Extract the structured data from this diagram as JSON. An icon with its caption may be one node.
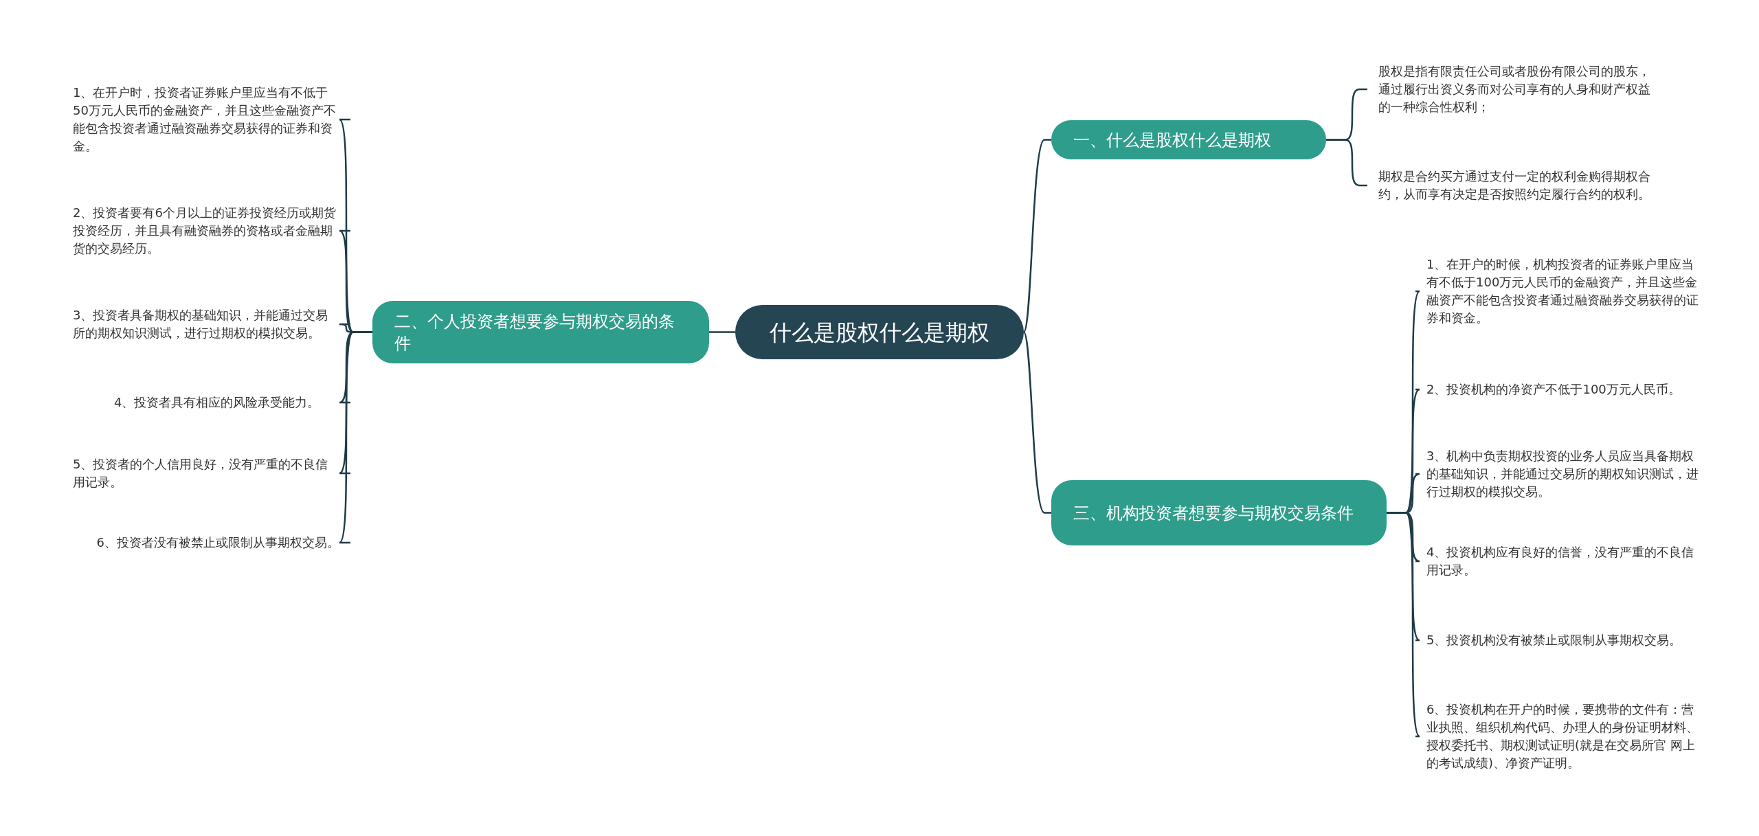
{
  "diagram": {
    "nodes": [
      {
        "text": [
          "什么是股权什么是期权"
        ]
      },
      {
        "text": [
          "一、什么是股权什么是期权"
        ]
      },
      {
        "text": [
          "股权是指有限责任公司或者股份有限公司的股东，通过履行出资义务而对公司享有的人身和财产权益的一种综合性权利；"
        ]
      },
      {
        "text": [
          "期权是合约买方通过支付一定的权利金购得期权合约，从而享有决定是否按照约定履行合约的权利。"
        ]
      },
      {
        "text": [
          "二、个人投资者想要参与期权交易的条件"
        ]
      },
      {
        "text": [
          "1、在开户时，投资者证券账户里应当有不低于50万元人民币的金融资产，并且这些金融资产不能包含投资者通过融资融券交易获得的证券和资金。"
        ]
      },
      {
        "text": [
          "2、投资者要有6个月以上的证券投资经历或期货投资经历，并且具有融资融券的资格或者金融期货的交易经历。"
        ]
      },
      {
        "text": [
          "3、投资者具备期权的基础知识，并能通过交易所的期权知识测试，进行过期权的模拟交易。"
        ]
      },
      {
        "text": [
          "4、投资者具有相应的风险承受能力。"
        ]
      },
      {
        "text": [
          "5、投资者的个人信用良好，没有严重的不良信用记录。"
        ]
      },
      {
        "text": [
          "6、投资者没有被禁止或限制从事期权交易。"
        ]
      },
      {
        "text": [
          "三、机构投资者想要参与期权交易条件"
        ]
      },
      {
        "text": [
          "1、在开户的时候，机构投资者的证券账户里应当有不低于100万元人民币的金融资产，并且这些金融资产不能包含投资者通过融资融券交易获得的证券和资金。"
        ]
      },
      {
        "text": [
          "2、投资机构的净资产不低于100万元人民币。"
        ]
      },
      {
        "text": [
          "3、机构中负责期权投资的业务人员应当具备期权的基础知识，并能通过交易所的期权知识测试，进行过期权的模拟交易。"
        ]
      },
      {
        "text": [
          "4、投资机构应有良好的信誉，没有严重的不良信用记录。"
        ]
      },
      {
        "text": [
          "5、投资机构没有被禁止或限制从事期权交易。"
        ]
      },
      {
        "text": [
          "6、投资机构在开户的时候，要携带的文件有：营业执照、组织机构代码、办理人的身份证明材料、授权委托书、期权测试证明(就是在交易所官 网上的考试成绩)、净资产证明。"
        ]
      }
    ],
    "edges": [
      {
        "from": 0,
        "to": 1,
        "arrow": "none"
      },
      {
        "from": 1,
        "to": 2,
        "arrow": "none"
      },
      {
        "from": 1,
        "to": 3,
        "arrow": "none"
      },
      {
        "from": 0,
        "to": 4,
        "arrow": "none"
      },
      {
        "from": 4,
        "to": 5,
        "arrow": "none"
      },
      {
        "from": 4,
        "to": 6,
        "arrow": "none"
      },
      {
        "from": 4,
        "to": 7,
        "arrow": "none"
      },
      {
        "from": 4,
        "to": 8,
        "arrow": "none"
      },
      {
        "from": 4,
        "to": 9,
        "arrow": "none"
      },
      {
        "from": 4,
        "to": 10,
        "arrow": "none"
      },
      {
        "from": 0,
        "to": 11,
        "arrow": "none"
      },
      {
        "from": 11,
        "to": 12,
        "arrow": "none"
      },
      {
        "from": 11,
        "to": 13,
        "arrow": "none"
      },
      {
        "from": 11,
        "to": 14,
        "arrow": "none"
      },
      {
        "from": 11,
        "to": 15,
        "arrow": "none"
      },
      {
        "from": 11,
        "to": 16,
        "arrow": "none"
      },
      {
        "from": 11,
        "to": 17,
        "arrow": "none"
      }
    ]
  }
}
